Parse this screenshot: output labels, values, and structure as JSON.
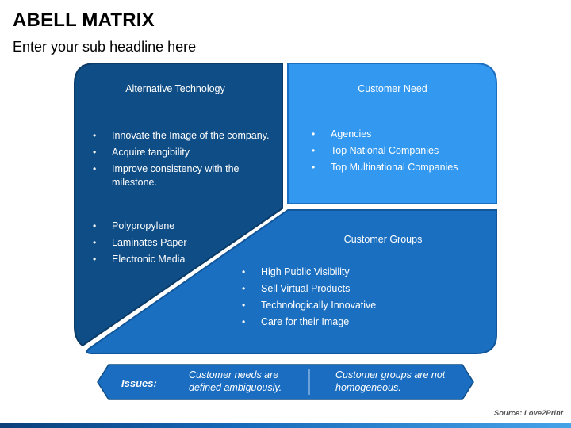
{
  "header": {
    "title": "ABELL MATRIX",
    "subtitle": "Enter your sub headline here"
  },
  "alternative_technology": {
    "heading": "Alternative Technology",
    "items_top": [
      "Innovate the Image of the company.",
      "Acquire tangibility",
      "Improve consistency with the milestone."
    ],
    "items_bottom": [
      "Polypropylene",
      "Laminates Paper",
      "Electronic Media"
    ],
    "color": "#0f4d86"
  },
  "customer_need": {
    "heading": "Customer Need",
    "items": [
      "Agencies",
      "Top National Companies",
      "Top Multinational Companies"
    ],
    "color": "#3398ef"
  },
  "customer_groups": {
    "heading": "Customer Groups",
    "items": [
      "High Public Visibility",
      "Sell Virtual Products",
      "Technologically Innovative",
      "Care for their Image"
    ],
    "color": "#1b6fc0"
  },
  "issues": {
    "label": "Issues:",
    "first": "Customer needs are defined ambiguously.",
    "second": "Customer groups are not homogeneous.",
    "color": "#1a6dc0"
  },
  "footer": {
    "source": "Source: Love2Print"
  }
}
